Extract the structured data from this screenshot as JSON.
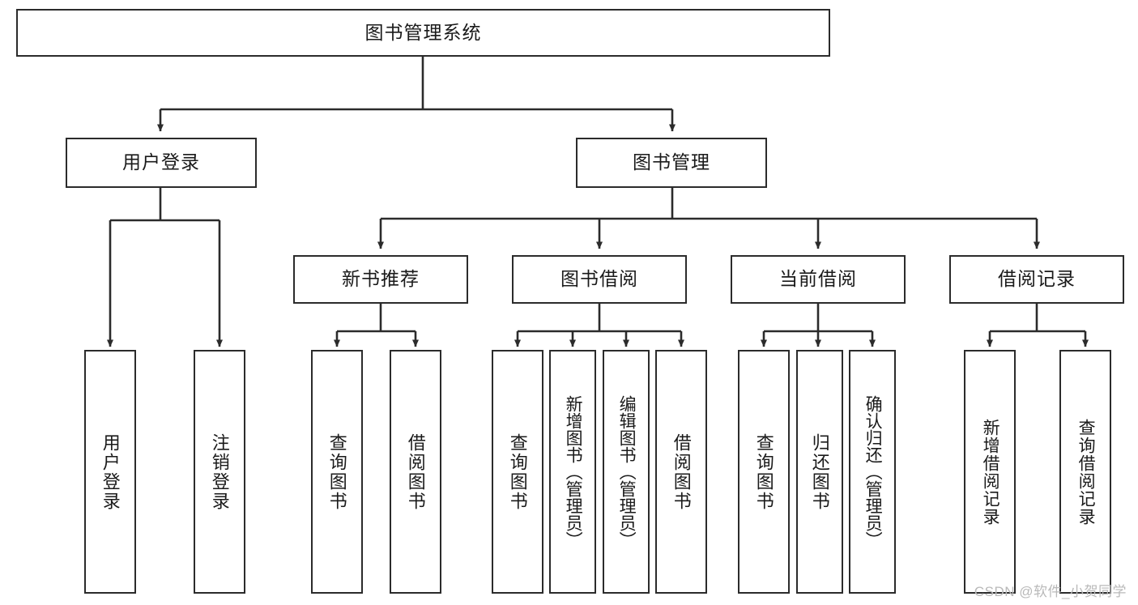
{
  "diagram": {
    "title": "图书管理系统",
    "type": "tree-hierarchy-chart",
    "colors": {
      "box_border": "#2b2b2b",
      "box_fill": "#ffffff",
      "edge": "#2b2b2b",
      "text": "#1a1a1a",
      "watermark": "#b9b9b9",
      "background": "#ffffff"
    },
    "root": {
      "label": "图书管理系统"
    },
    "level2": [
      {
        "label": "用户登录"
      },
      {
        "label": "图书管理"
      }
    ],
    "level3": [
      {
        "label": "新书推荐"
      },
      {
        "label": "图书借阅"
      },
      {
        "label": "当前借阅"
      },
      {
        "label": "借阅记录"
      }
    ],
    "leaves": {
      "user_login": [
        {
          "label": "用户登录"
        },
        {
          "label": "注销登录"
        }
      ],
      "new_book_recommend": [
        {
          "label": "查询图书"
        },
        {
          "label": "借阅图书"
        }
      ],
      "book_borrow": [
        {
          "label": "查询图书"
        },
        {
          "label": "新增图书（管理员）"
        },
        {
          "label": "编辑图书（管理员）"
        },
        {
          "label": "借阅图书"
        }
      ],
      "current_borrow": [
        {
          "label": "查询图书"
        },
        {
          "label": "归还图书"
        },
        {
          "label": "确认归还（管理员）"
        }
      ],
      "borrow_record": [
        {
          "label": "新增借阅记录"
        },
        {
          "label": "查询借阅记录"
        }
      ]
    },
    "watermark": "CSDN @软件_小贺同学"
  }
}
